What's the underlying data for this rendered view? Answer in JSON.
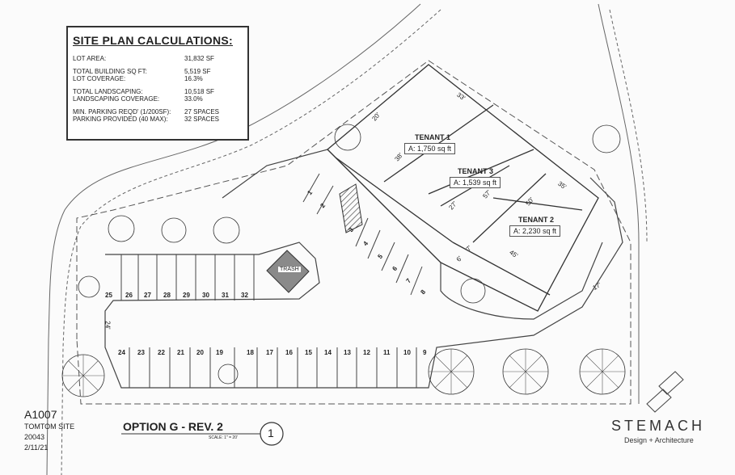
{
  "calculations": {
    "title": "SITE PLAN CALCULATIONS:",
    "rows": [
      {
        "label": "LOT AREA:",
        "value": "31,832 SF"
      },
      {
        "label": "TOTAL BUILDING SQ FT:",
        "value": "5,519 SF"
      },
      {
        "label": "LOT COVERAGE:",
        "value": "16.3%"
      },
      {
        "label": "TOTAL LANDSCAPING:",
        "value": "10,518 SF"
      },
      {
        "label": "LANDSCAPING COVERAGE:",
        "value": "33.0%"
      },
      {
        "label": "MIN. PARKING REQD' (1/200SF):",
        "value": "27 SPACES"
      },
      {
        "label": "PARKING PROVIDED (40 MAX):",
        "value": "32 SPACES"
      }
    ]
  },
  "tenants": [
    {
      "name": "TENANT 1",
      "area": "A: 1,750 sq ft"
    },
    {
      "name": "TENANT 3",
      "area": "A: 1,539 sq ft"
    },
    {
      "name": "TENANT 2",
      "area": "A: 2,230 sq ft"
    }
  ],
  "dimensions": [
    "33'",
    "20'",
    "38'",
    "27'",
    "57'",
    "50'",
    "35'",
    "6'",
    "7'",
    "45'",
    "17'",
    "24'"
  ],
  "trash_label": "TRASH",
  "parking": {
    "diagonal": [
      "1",
      "2",
      "3",
      "4",
      "5",
      "6",
      "7",
      "8"
    ],
    "top_row": [
      "25",
      "26",
      "27",
      "28",
      "29",
      "30",
      "31",
      "32"
    ],
    "bottom_row": [
      "24",
      "23",
      "22",
      "21",
      "20",
      "19",
      "18",
      "17",
      "16",
      "15",
      "14",
      "13",
      "12",
      "11",
      "10",
      "9"
    ]
  },
  "title_block": {
    "sheet": "A1007",
    "project": "TOMTOM SITE",
    "number": "20043",
    "date": "2/11/21",
    "option": "OPTION G - REV. 2",
    "scale": "SCALE: 1\" = 20'",
    "drawing_no": "1"
  },
  "firm": {
    "name": "STEMACH",
    "tagline": "Design + Architecture"
  },
  "colors": {
    "linework": "#444444",
    "trash": "#8a8a8a",
    "paper": "#fbfbfb"
  }
}
